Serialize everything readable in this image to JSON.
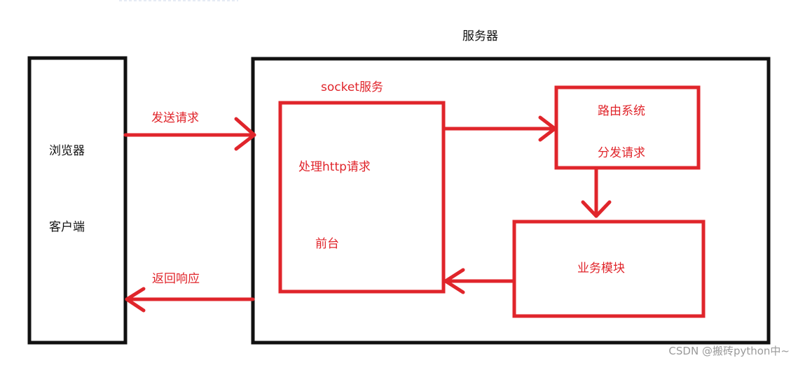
{
  "server": {
    "title": "服务器"
  },
  "client": {
    "line1": "浏览器",
    "line2": "客户端"
  },
  "arrows": {
    "send_request": "发送请求",
    "return_response": "返回响应"
  },
  "socket": {
    "title": "socket服务",
    "line1": "处理http请求",
    "line2": "前台"
  },
  "router": {
    "line1": "路由系统",
    "line2": "分发请求"
  },
  "business": {
    "label": "业务模块"
  },
  "watermark": "CSDN @搬砖python中~",
  "colors": {
    "box_black": "#111111",
    "box_red": "#e0252b",
    "watermark": "#9a9a9a"
  }
}
